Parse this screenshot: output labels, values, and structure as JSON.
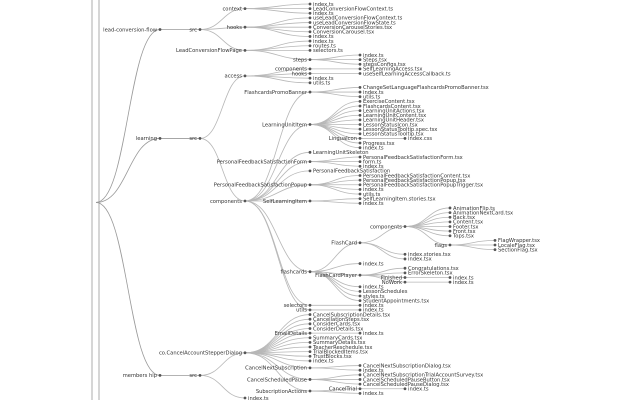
{
  "tree": {
    "label": "",
    "children": [
      {
        "label": "lead-conversion-flow",
        "children": [
          {
            "label": "src",
            "children": [
              {
                "label": "context",
                "children": [
                  {
                    "label": "index.ts"
                  },
                  {
                    "label": "LeadConversionFlowContext.ts"
                  },
                  {
                    "label": "index.ts"
                  }
                ]
              },
              {
                "label": "hooks",
                "children": [
                  {
                    "label": "useLeadConversionFlowContext.ts"
                  },
                  {
                    "label": "useLeadConversionFlowState.ts"
                  },
                  {
                    "label": "ConversionCarouselStories.tsx"
                  },
                  {
                    "label": "ConversionCarousel.tsx"
                  },
                  {
                    "label": "index.ts"
                  }
                ]
              },
              {
                "label": "LeadConversionFlowPage",
                "children": [
                  {
                    "label": "index.ts"
                  },
                  {
                    "label": "routes.ts"
                  },
                  {
                    "label": "selectors.ts"
                  },
                  {
                    "label": "steps",
                    "children": [
                      {
                        "label": "index.ts"
                      },
                      {
                        "label": "Steps.tsx"
                      },
                      {
                        "label": "stepsConfigs.tsx"
                      }
                    ]
                  }
                ]
              }
            ]
          }
        ]
      },
      {
        "label": "learning",
        "children": [
          {
            "label": "src",
            "children": [
              {
                "label": "access",
                "children": [
                  {
                    "label": "components",
                    "children": [
                      {
                        "label": "SelfLearningAccess.tsx"
                      }
                    ]
                  },
                  {
                    "label": "hooks",
                    "children": [
                      {
                        "label": "useSelfLearningAccessCallback.ts"
                      }
                    ]
                  },
                  {
                    "label": "index.ts"
                  },
                  {
                    "label": "utils.ts"
                  }
                ]
              },
              {
                "label": "components",
                "children": [
                  {
                    "label": "FlashcardsPromoBanner",
                    "children": [
                      {
                        "label": "ChangeSetLanguageFlashcardsPromoBanner.tsx"
                      },
                      {
                        "label": "index.ts"
                      },
                      {
                        "label": "utils.ts"
                      }
                    ]
                  },
                  {
                    "label": "LearningUnitItem",
                    "children": [
                      {
                        "label": "ExerciseContent.tsx"
                      },
                      {
                        "label": "FlashcardsContent.tsx"
                      },
                      {
                        "label": "LearningUnitActions.tsx"
                      },
                      {
                        "label": "LearningUnitContent.tsx"
                      },
                      {
                        "label": "LearningUnitHeader.tsx"
                      },
                      {
                        "label": "LessonStatusIcon.tsx"
                      },
                      {
                        "label": "LessonStatusTooltip.spec.tsx"
                      },
                      {
                        "label": "LessonStatusTooltip.tsx"
                      },
                      {
                        "label": "LinguaIcon",
                        "children": [
                          {
                            "label": "index.css"
                          }
                        ]
                      },
                      {
                        "label": "Progress.tsx"
                      },
                      {
                        "label": "index.ts"
                      }
                    ]
                  },
                  {
                    "label": "LearningUnitSkeleton"
                  },
                  {
                    "label": "PersonalFeedbackSatisfactionForm",
                    "children": [
                      {
                        "label": "PersonalFeedbackSatisfactionForm.tsx"
                      },
                      {
                        "label": "form.ts"
                      },
                      {
                        "label": "index.ts"
                      }
                    ]
                  },
                  {
                    "label": "PersonalFeedbackSatisfaction"
                  },
                  {
                    "label": "PersonalFeedbackSatisfactionPopup",
                    "children": [
                      {
                        "label": "PersonalFeedbackSatisfactionContent.tsx"
                      },
                      {
                        "label": "PersonalFeedbackSatisfactionPopup.tsx"
                      },
                      {
                        "label": "PersonalFeedbackSatisfactionPopupTrigger.tsx"
                      },
                      {
                        "label": "index.ts"
                      },
                      {
                        "label": "utils.ts"
                      }
                    ]
                  },
                  {
                    "label": "SelfLearningItem",
                    "children": [
                      {
                        "label": "SelfLearningItem.stories.tsx"
                      },
                      {
                        "label": "index.ts"
                      }
                    ]
                  },
                  {
                    "label": "flashcards",
                    "children": [
                      {
                        "label": "FlashCard",
                        "children": [
                          {
                            "label": "components",
                            "children": [
                              {
                                "label": "AnimationFlip.ts"
                              },
                              {
                                "label": "AnimationNextCard.tsx"
                              },
                              {
                                "label": "Back.tsx"
                              },
                              {
                                "label": "Content.tsx"
                              },
                              {
                                "label": "Footer.tsx"
                              },
                              {
                                "label": "Front.tsx"
                              },
                              {
                                "label": "Tops.tsx"
                              },
                              {
                                "label": "flags",
                                "children": [
                                  {
                                    "label": "FlagWrapper.tsx"
                                  },
                                  {
                                    "label": "LocaleFlag.tsx"
                                  },
                                  {
                                    "label": "SectionFlag.tsx"
                                  }
                                ]
                              }
                            ]
                          },
                          {
                            "label": "index.stories.tsx"
                          },
                          {
                            "label": "index.tsx"
                          }
                        ]
                      },
                      {
                        "label": "index.ts"
                      },
                      {
                        "label": "FlashCardPlayer",
                        "children": [
                          {
                            "label": "Congratulations.tsx"
                          },
                          {
                            "label": "ErrorSkeleton.tsx"
                          },
                          {
                            "label": "Finished",
                            "children": [
                              {
                                "label": "index.ts"
                              }
                            ]
                          },
                          {
                            "label": "NoWork",
                            "children": [
                              {
                                "label": "index.ts"
                              }
                            ]
                          }
                        ]
                      },
                      {
                        "label": "index.ts"
                      },
                      {
                        "label": "LessonSchedules"
                      },
                      {
                        "label": "styles.ts"
                      },
                      {
                        "label": "StudentAppointments.tsx"
                      }
                    ]
                  },
                  {
                    "label": "selectors",
                    "children": [
                      {
                        "label": "index.ts"
                      }
                    ]
                  },
                  {
                    "label": "utils",
                    "children": [
                      {
                        "label": "index.ts"
                      }
                    ]
                  }
                ]
              }
            ]
          }
        ]
      },
      {
        "label": "members hip",
        "children": [
          {
            "label": "src",
            "children": [
              {
                "label": "co.CancelAccountStepperDialog",
                "children": [
                  {
                    "label": "CancelSubscriptionDetails.tsx"
                  },
                  {
                    "label": "CancellationSteps.tsx"
                  },
                  {
                    "label": "ConsiderCards.tsx"
                  },
                  {
                    "label": "ConsiderDetails.tsx"
                  },
                  {
                    "label": "EmailDetails",
                    "children": [
                      {
                        "label": "index.ts"
                      }
                    ]
                  },
                  {
                    "label": "SummaryCards.tsx"
                  },
                  {
                    "label": "SummaryDetails.tsx"
                  },
                  {
                    "label": "TeacherReschedule.tsx"
                  },
                  {
                    "label": "TrialBlockedItems.tsx"
                  },
                  {
                    "label": "TrustBlocks.tsx"
                  },
                  {
                    "label": "index.ts"
                  },
                  {
                    "label": "CancelNextSubscription",
                    "children": [
                      {
                        "label": "CancelNextSubscriptionDialog.tsx"
                      },
                      {
                        "label": "index.ts"
                      }
                    ]
                  },
                  {
                    "label": "CancelScheduledPause",
                    "children": [
                      {
                        "label": "CancelNextSubscriptionTrialAccountSurvey.tsx"
                      },
                      {
                        "label": "CancelScheduledPauseButton.tsx"
                      },
                      {
                        "label": "CancelScheduledPauseDialog.tsx"
                      }
                    ]
                  },
                  {
                    "label": "SubscriptionActions",
                    "children": [
                      {
                        "label": "CancelTrial",
                        "children": [
                          {
                            "label": "index.ts"
                          }
                        ]
                      },
                      {
                        "label": "index.ts"
                      }
                    ]
                  }
                ]
              },
              {
                "label": "index.ts"
              }
            ]
          }
        ]
      }
    ]
  }
}
